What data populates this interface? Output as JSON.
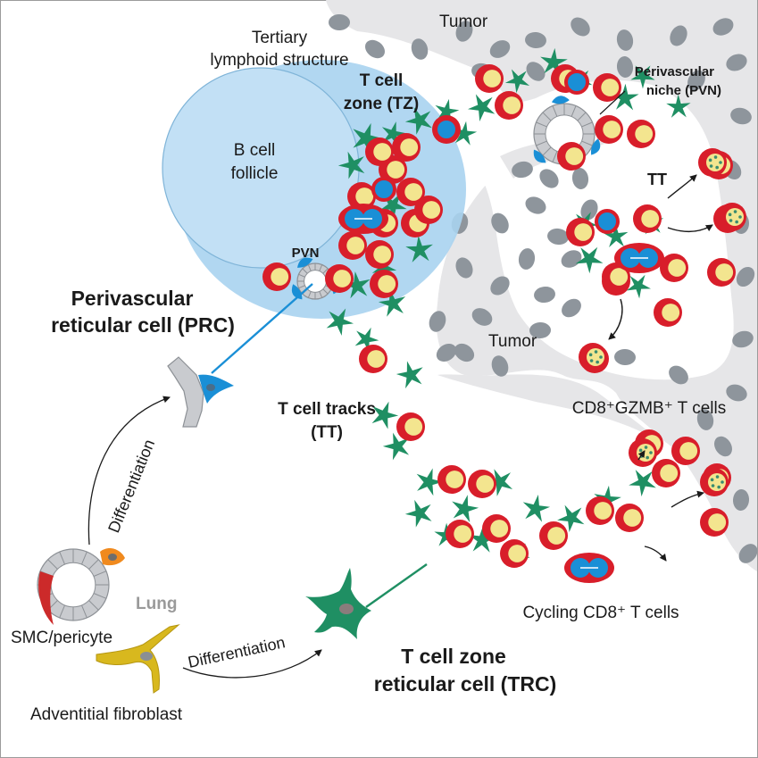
{
  "labels": {
    "tumor_top": "Tumor",
    "tumor_mid": "Tumor",
    "tls_line1": "Tertiary",
    "tls_line2": "lymphoid structure",
    "bcell_line1": "B cell",
    "bcell_line2": "follicle",
    "tz_line1": "T cell",
    "tz_line2": "zone (TZ)",
    "pvn_niche_line1": "Perivascular",
    "pvn_niche_line2": "niche (PVN)",
    "pvn_small": "PVN",
    "tt_small": "TT",
    "prc_line1": "Perivascular",
    "prc_line2": "reticular cell (PRC)",
    "tracks_line1": "T cell tracks",
    "tracks_line2": "(TT)",
    "cd8_gzmb": "CD8⁺GZMB⁺ T cells",
    "cycling": "Cycling CD8⁺ T cells",
    "differentiation_1": "Differentiation",
    "differentiation_2": "Differentiation",
    "lung": "Lung",
    "smc": "SMC/pericyte",
    "adventitial": "Adventitial fibroblast",
    "trc_line1": "T cell zone",
    "trc_line2": "reticular cell (TRC)"
  },
  "colors": {
    "tumor_bg": "#e6e6e8",
    "tumor_nucleus": "#8e959c",
    "tls": "#a9d3ef",
    "bcell": "#c2e0f5",
    "frc_green": "#1f8f63",
    "tcell_red": "#d81e2a",
    "tcell_yellow": "#f3e58f",
    "blue_cell": "#1a8fd6",
    "vessel_gray": "#c9cbcf",
    "smc_red": "#cc2a2a",
    "pericyte_orange": "#f08a1e",
    "fibroblast_yellow": "#d8b81e",
    "lung_gray": "#9a9a9a"
  }
}
